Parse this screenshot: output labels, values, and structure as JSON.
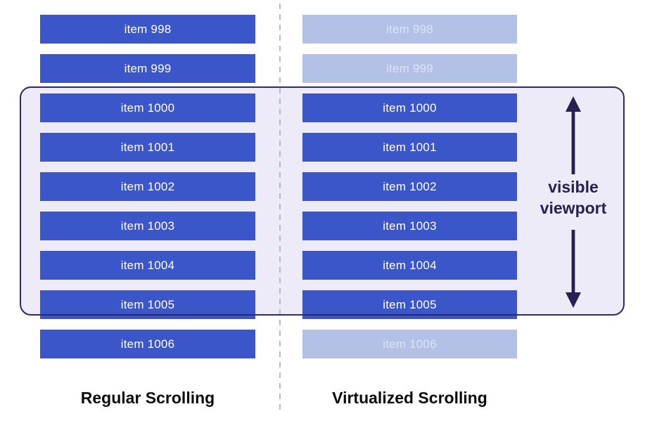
{
  "columns": [
    {
      "title": "Regular Scrolling",
      "items": [
        {
          "label": "item 998",
          "state": "rendered"
        },
        {
          "label": "item 999",
          "state": "rendered"
        },
        {
          "label": "item 1000",
          "state": "rendered"
        },
        {
          "label": "item 1001",
          "state": "rendered"
        },
        {
          "label": "item 1002",
          "state": "rendered"
        },
        {
          "label": "item 1003",
          "state": "rendered"
        },
        {
          "label": "item 1004",
          "state": "rendered"
        },
        {
          "label": "item 1005",
          "state": "rendered"
        },
        {
          "label": "item 1006",
          "state": "rendered"
        }
      ]
    },
    {
      "title": "Virtualized Scrolling",
      "items": [
        {
          "label": "item 998",
          "state": "not-rendered"
        },
        {
          "label": "item 999",
          "state": "not-rendered"
        },
        {
          "label": "item 1000",
          "state": "rendered"
        },
        {
          "label": "item 1001",
          "state": "rendered"
        },
        {
          "label": "item 1002",
          "state": "rendered"
        },
        {
          "label": "item 1003",
          "state": "rendered"
        },
        {
          "label": "item 1004",
          "state": "rendered"
        },
        {
          "label": "item 1005",
          "state": "rendered"
        },
        {
          "label": "item 1006",
          "state": "not-rendered"
        }
      ]
    }
  ],
  "viewport": {
    "label_line1": "visible",
    "label_line2": "viewport"
  },
  "colors": {
    "item-rendered": "#3A56C8",
    "item-virtualized": "#B3C1E7",
    "item-virtualized-text": "#DCE3F5",
    "item-text": "#FFFFFF",
    "viewport-fill": "#EDEBF7",
    "viewport-border": "#322868",
    "ink": "#272050",
    "divider": "#B9B9BF",
    "title-text": "#0B0B0B"
  }
}
